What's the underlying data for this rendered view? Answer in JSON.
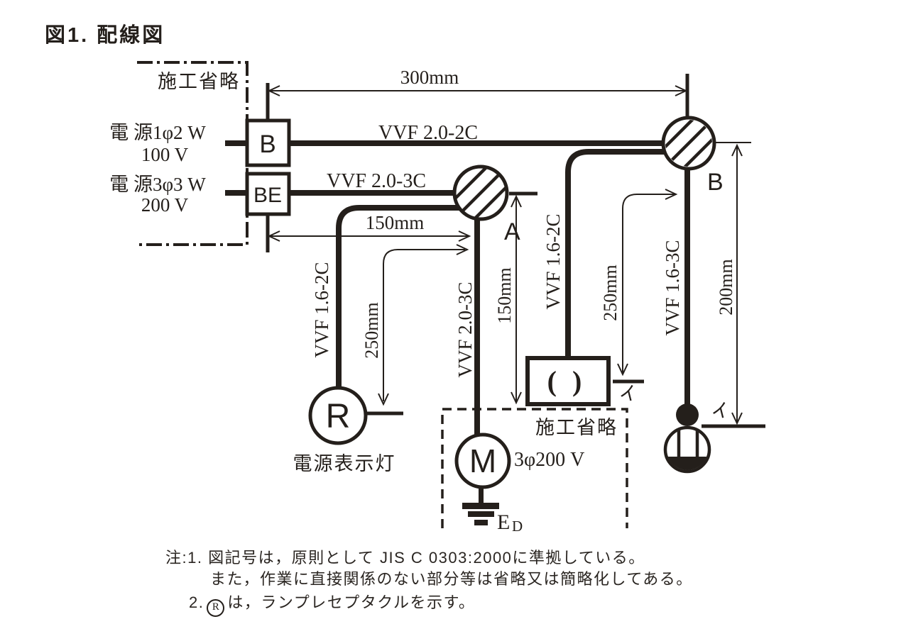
{
  "title": "図1. 配線図",
  "source_area": {
    "omission": "施工省略",
    "source1_line1": "電 源1φ2 W",
    "source1_line2": "100 V",
    "source2_line1": "電 源3φ3 W",
    "source2_line2": "200 V",
    "breaker_b": "B",
    "breaker_be": "BE"
  },
  "junction_a": "A",
  "junction_b": "B",
  "cables": {
    "b_to_boxb": "VVF 2.0-2C",
    "be_to_boxa": "VVF 2.0-3C",
    "boxa_to_lamp": "VVF 1.6-2C",
    "boxa_to_motor": "VVF 2.0-3C",
    "boxb_to_rosette": "VVF 1.6-2C",
    "boxb_to_switch": "VVF 1.6-3C"
  },
  "dimensions": {
    "top_span": "300mm",
    "left_span": "150mm",
    "lamp_drop": "250mm",
    "motor_drop": "150mm",
    "rosette_drop": "250mm",
    "switch_drop": "200mm"
  },
  "devices": {
    "lamp_receptacle": "R",
    "lamp_caption": "電源表示灯",
    "motor": "M",
    "motor_voltage": "3φ200 V",
    "motor_omission": "施工省略",
    "ground_main": "E",
    "ground_sub": "D",
    "ceiling_rosette": "( )",
    "switch_tag": "イ",
    "rosette_tag": "イ"
  },
  "notes": {
    "line1": "注:1. 図記号は，原則として JIS C 0303:2000に準拠している。",
    "line2": "また，作業に直接関係のない部分等は省略又は簡略化してある。",
    "item2_prefix": "2.",
    "item2_symbol": "R",
    "item2_text": "は，ランプレセプタクルを示す。"
  }
}
